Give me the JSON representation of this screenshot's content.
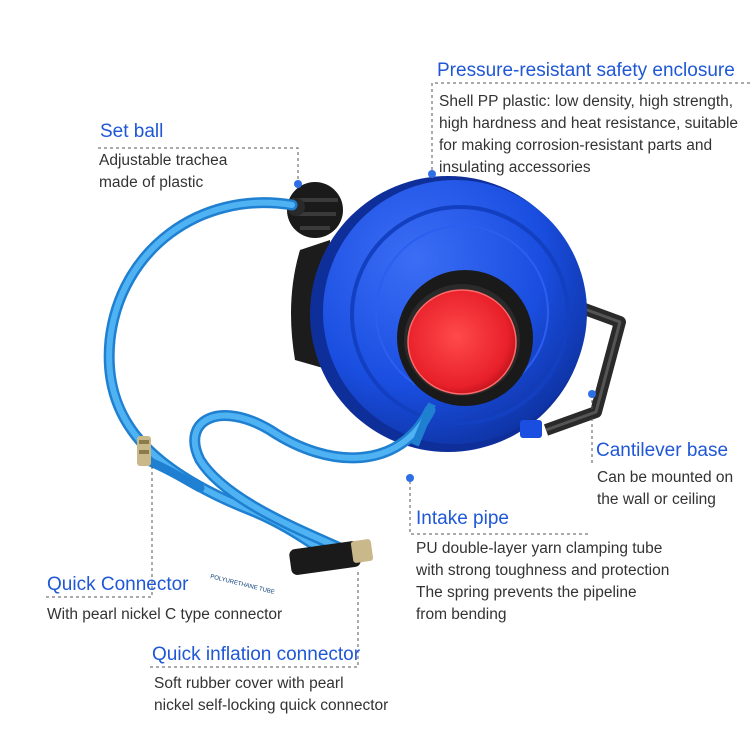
{
  "callouts": {
    "enclosure": {
      "title": "Pressure-resistant safety enclosure",
      "lines": [
        "Shell PP plastic: low density, high strength,",
        "high hardness and heat resistance, suitable",
        "for making corrosion-resistant parts and",
        "insulating accessories"
      ]
    },
    "set_ball": {
      "title": "Set ball",
      "lines": [
        "Adjustable trachea",
        "made of plastic"
      ]
    },
    "cantilever": {
      "title": "Cantilever base",
      "lines": [
        "Can be mounted on",
        "the wall or ceiling"
      ]
    },
    "intake": {
      "title": "Intake pipe",
      "lines": [
        "PU double-layer yarn clamping tube",
        "with strong toughness and protection",
        "The spring prevents the pipeline",
        "from bending"
      ]
    },
    "quick_connector": {
      "title": "Quick Connector",
      "lines": [
        "With pearl nickel C type connector"
      ]
    },
    "quick_inflation": {
      "title": "Quick inflation connector",
      "lines": [
        "Soft rubber cover with pearl",
        "nickel self-locking quick connector"
      ]
    }
  },
  "hose_print": "POLYURETHANE TUBE",
  "colors": {
    "accent": "#1f57d6",
    "reel_blue": "#1a4ee0",
    "hose_blue": "#3ea0e8",
    "hub_red": "#e8202a"
  }
}
